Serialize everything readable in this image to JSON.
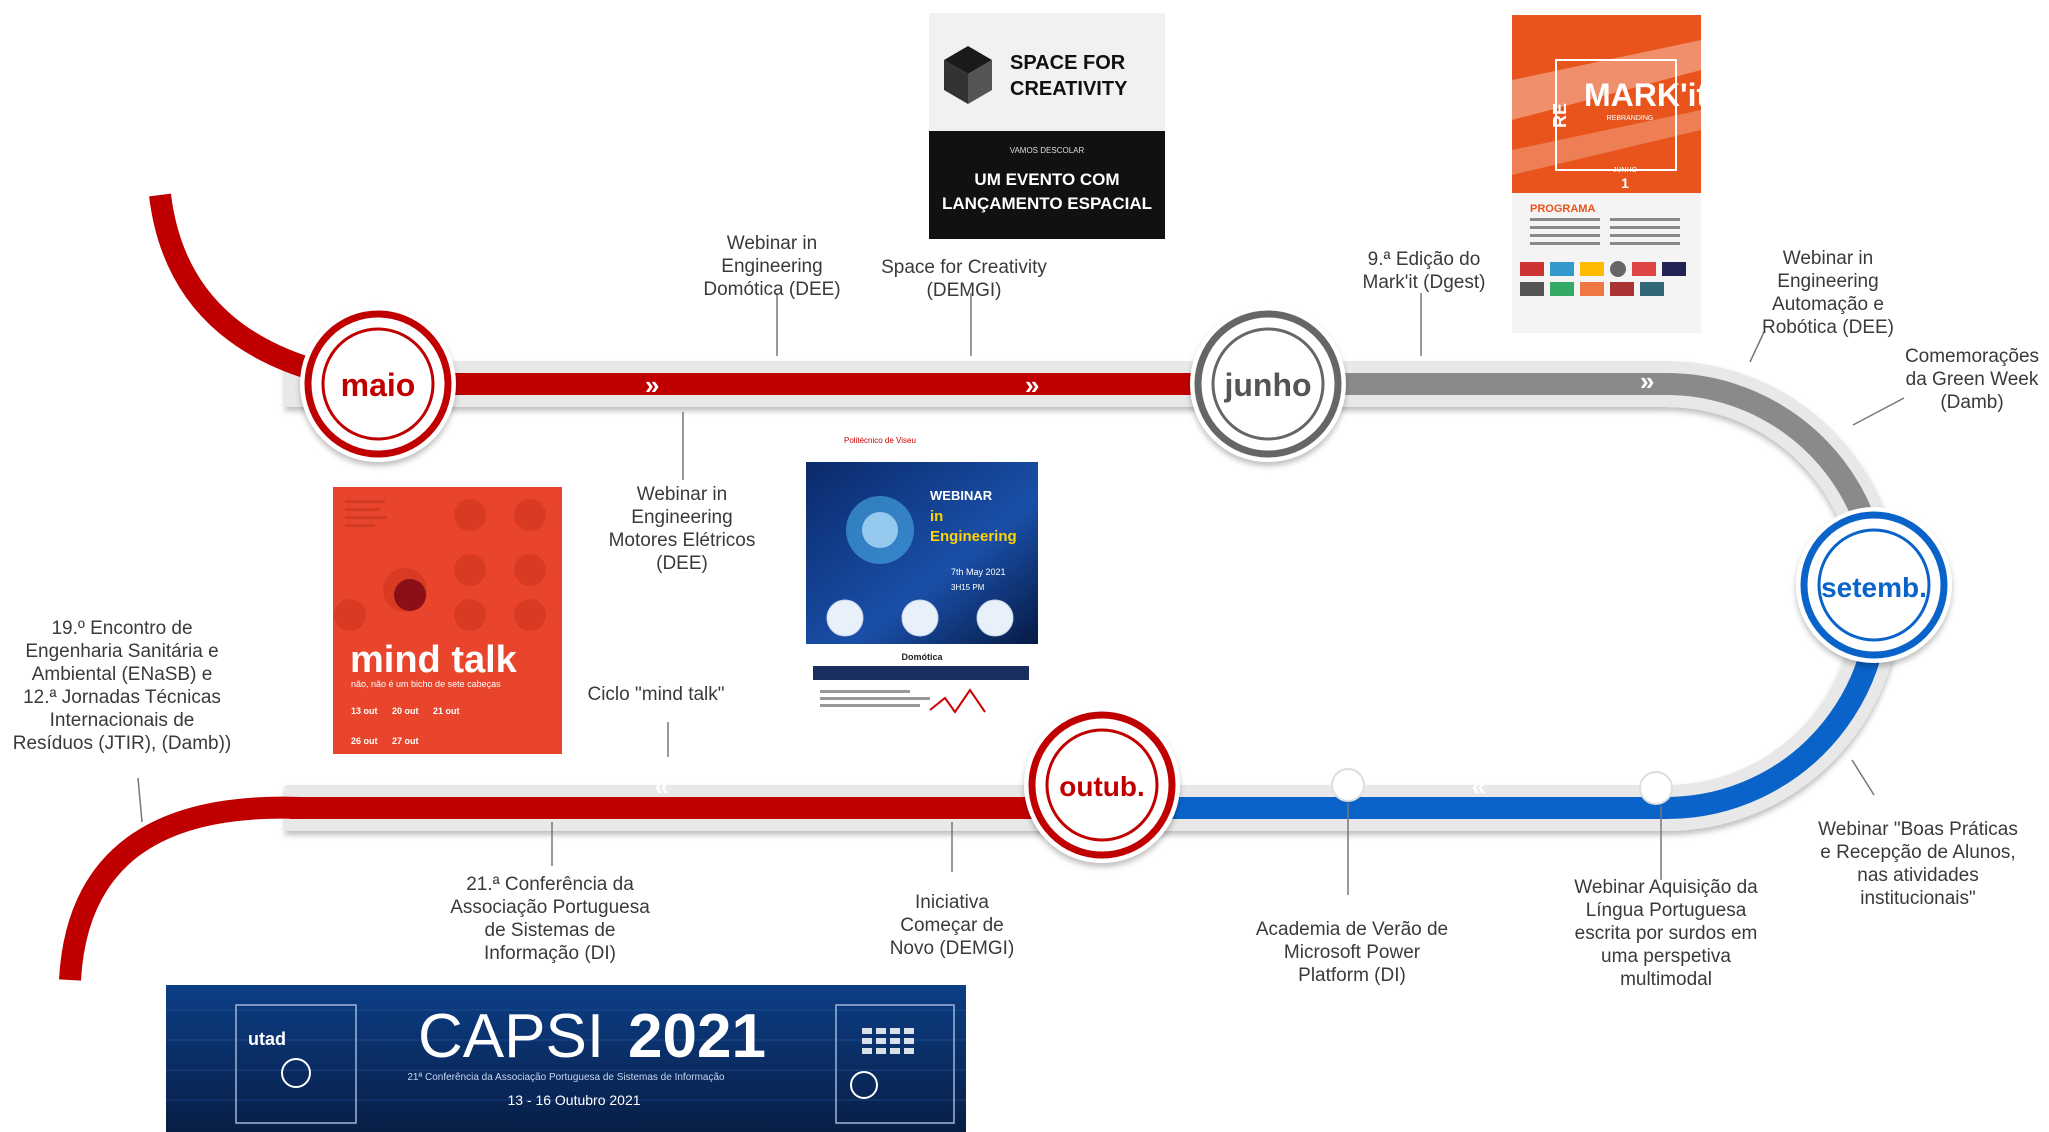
{
  "months": {
    "may": "maio",
    "june": "junho",
    "sept": "setemb.",
    "oct": "outub."
  },
  "colors": {
    "red": "#c00000",
    "grey": "#8c8c8c",
    "blue": "#0a63c9",
    "label": "#3a3a3a"
  },
  "events": {
    "webinar_domotica": [
      "Webinar in",
      "Engineering",
      "Domótica (DEE)"
    ],
    "space_creativity": [
      "Space for Creativity",
      "(DEMGI)"
    ],
    "markit": [
      "9.ª Edição do",
      "Mark'it (Dgest)"
    ],
    "webinar_automacao": [
      "Webinar in",
      "Engineering",
      "Automação e",
      "Robótica (DEE)"
    ],
    "green_week": [
      "Comemorações",
      "da Green Week",
      "(Damb)"
    ],
    "webinar_motores": [
      "Webinar in",
      "Engineering",
      "Motores Elétricos",
      "(DEE)"
    ],
    "enasb": [
      "19.º Encontro de",
      "Engenharia Sanitária e",
      "Ambiental (ENaSB) e",
      "12.ª Jornadas Técnicas",
      "Internacionais de",
      "Resíduos (JTIR), (Damb))"
    ],
    "mind_talk": [
      "Ciclo \"mind talk\""
    ],
    "boas_praticas": [
      "Webinar \"Boas Práticas",
      "e Recepção de Alunos,",
      "nas atividades",
      "institucionais\""
    ],
    "capsi_conf": [
      "21.ª Conferência da",
      "Associação Portuguesa",
      "de Sistemas de",
      "Informação (DI)"
    ],
    "comecar_novo": [
      "Iniciativa",
      "Começar de",
      "Novo (DEMGI)"
    ],
    "academia_verao": [
      "Academia de Verão de",
      "Microsoft Power",
      "Platform (DI)"
    ],
    "webinar_lingua": [
      "Webinar Aquisição da",
      "Língua Portuguesa",
      "escrita por surdos em",
      "uma perspetiva",
      "multimodal"
    ]
  },
  "posters": {
    "space": {
      "logo_line1": "SPACE FOR",
      "logo_line2": "CREATIVITY",
      "kicker": "VAMOS DESCOLAR",
      "headline1": "UM EVENTO COM",
      "headline2": "LANÇAMENTO ESPACIAL"
    },
    "markit": {
      "brand": "MARK'it",
      "prefix": "RE",
      "sub": "REBRANDING",
      "date_month": "JUNHO",
      "date_day": "1",
      "program_title": "PROGRAMA"
    },
    "webinar": {
      "org": "Politécnico de Viseu",
      "title1": "WEBINAR",
      "title2": "in",
      "title3": "Engineering",
      "date": "7th May 2021",
      "time": "3H15 PM",
      "topic": "Domótica"
    },
    "mindtalk": {
      "title": "mind talk",
      "tagline": "não, não é um bicho de sete cabeças",
      "dates": [
        "13 out",
        "20 out",
        "21 out",
        "26 out",
        "27 out"
      ]
    },
    "capsi": {
      "uni": "utad",
      "title_light": "CAPSI",
      "title_bold": "2021",
      "subtitle": "21ª Conferência da Associação Portuguesa de Sistemas de Informação",
      "dates": "13 - 16 Outubro 2021"
    }
  }
}
